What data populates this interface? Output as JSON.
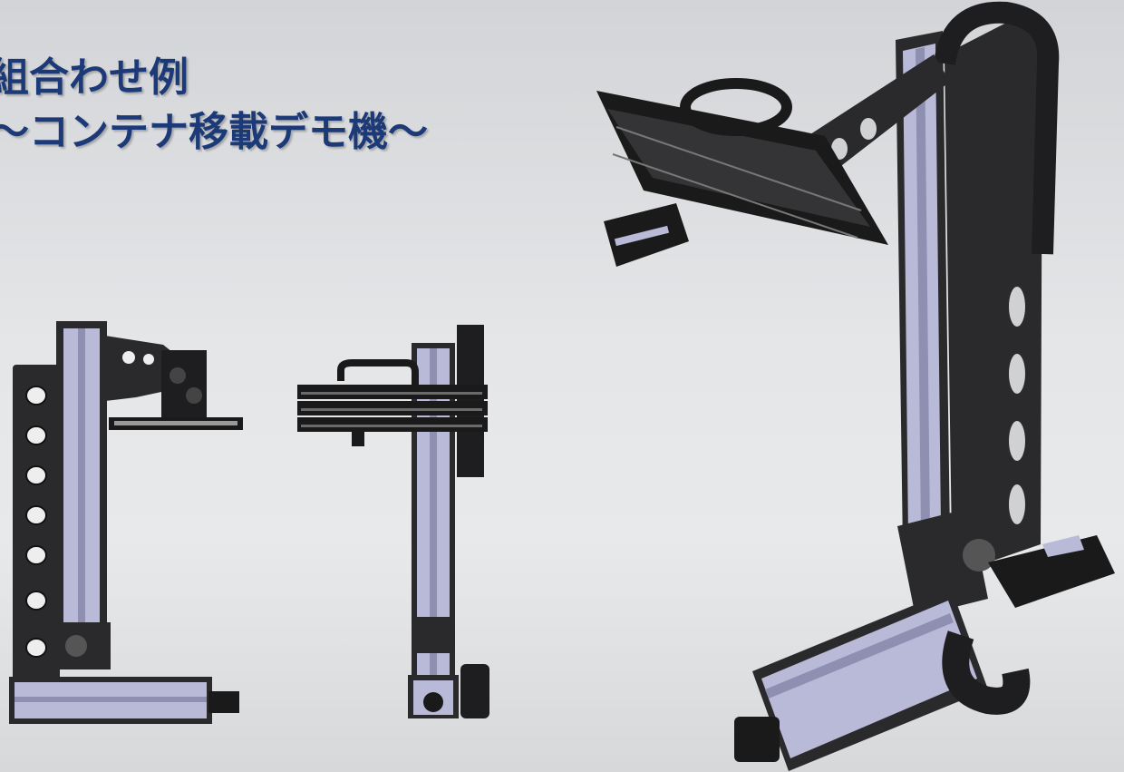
{
  "slide": {
    "title_line1": "組合わせ例",
    "title_line2": "～コンテナ移載デモ機～"
  },
  "colors": {
    "title": "#1d3a78",
    "frame": "#2a2a2c",
    "rail": "#b9b9d8",
    "rail_dark": "#8f8fb2"
  },
  "figures": {
    "side_view": "robot-side-view",
    "front_view": "robot-front-view",
    "iso_view": "robot-isometric-view"
  }
}
